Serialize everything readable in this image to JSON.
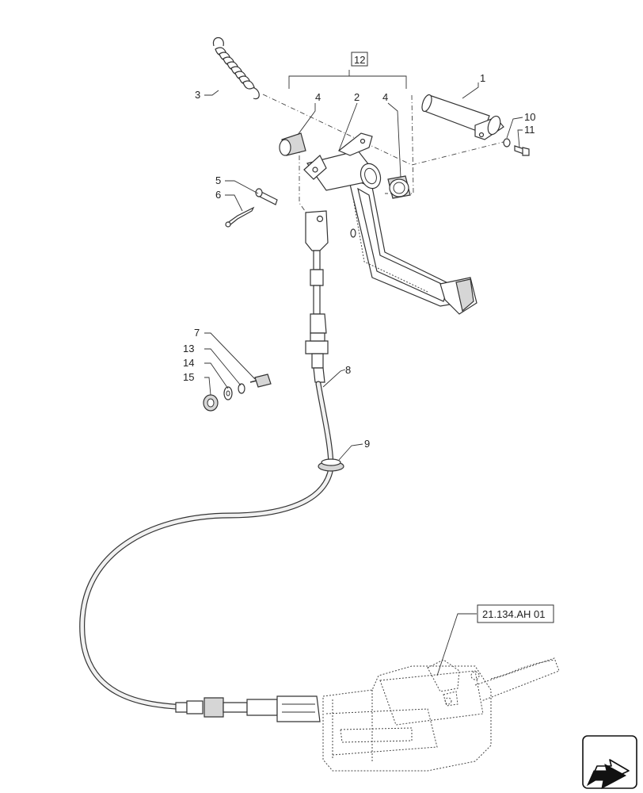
{
  "callouts": {
    "c1": "1",
    "c2": "2",
    "c3": "3",
    "c4a": "4",
    "c4b": "4",
    "c5": "5",
    "c6": "6",
    "c7": "7",
    "c8": "8",
    "c9": "9",
    "c10": "10",
    "c11": "11",
    "c12": "12",
    "c13": "13",
    "c14": "14",
    "c15": "15"
  },
  "reference": {
    "label": "21.134.AH 01"
  },
  "navigation": {
    "icon": "next-page-arrow-icon"
  },
  "colors": {
    "line": "#333333",
    "shade": "#d6d6d6",
    "background": "#ffffff"
  }
}
